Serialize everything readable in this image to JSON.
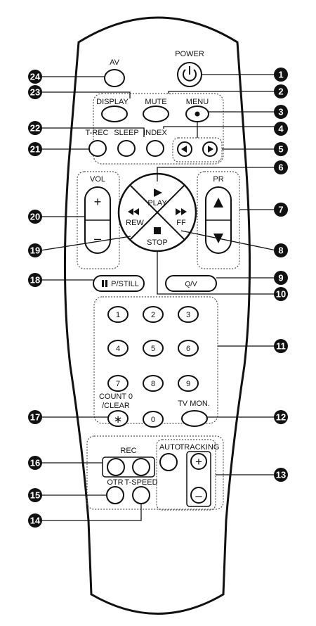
{
  "labels": {
    "av": "AV",
    "power": "POWER",
    "display": "DISPLAY",
    "mute": "MUTE",
    "menu": "MENU",
    "trec": "T-REC",
    "sleep": "SLEEP",
    "index": "INDEX",
    "vol": "VOL",
    "pr": "PR",
    "play": "PLAY",
    "rew": "REW",
    "ff": "FF",
    "stop": "STOP",
    "pstill": "P/STILL",
    "qv": "Q/V",
    "count0": "COUNT 0",
    "clear": "/CLEAR",
    "tvmon": "TV MON.",
    "rec": "REC",
    "auto": "AUTO",
    "tracking": "TRACKING",
    "otr": "OTR",
    "tspeed": "T-SPEED"
  },
  "glyphs": {
    "plus": "+",
    "minus": "–",
    "star": "∗"
  },
  "keypad": [
    "1",
    "2",
    "3",
    "4",
    "5",
    "6",
    "7",
    "8",
    "9"
  ],
  "zero": "0",
  "callouts": [
    "1",
    "2",
    "3",
    "4",
    "5",
    "6",
    "7",
    "8",
    "9",
    "10",
    "11",
    "12",
    "13",
    "14",
    "15",
    "16",
    "17",
    "18",
    "19",
    "20",
    "21",
    "22",
    "23",
    "24"
  ]
}
